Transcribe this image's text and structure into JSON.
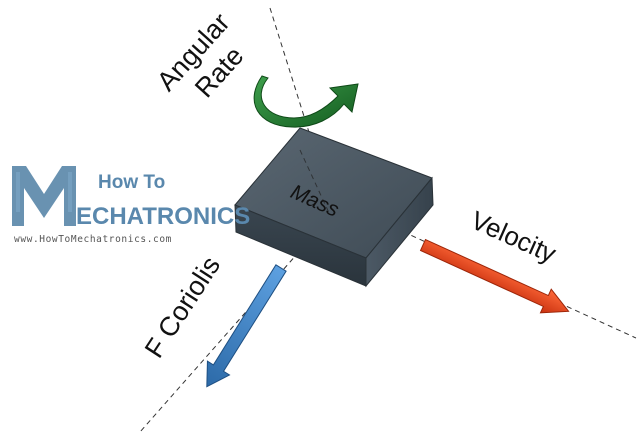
{
  "labels": {
    "angular_rate_line1": "Angular",
    "angular_rate_line2": "Rate",
    "mass": "Mass",
    "velocity": "Velocity",
    "f_coriolis": "F Coriolis"
  },
  "logo": {
    "letter_m": "M",
    "line1": "How To",
    "line2": "ECHATRONICS",
    "url": "www.HowToMechatronics.com"
  },
  "colors": {
    "velocity_arrow": "#e8401c",
    "coriolis_arrow": "#3a7fc2",
    "angular_arrow": "#1f7a2e",
    "mass_box": "#3d4a55",
    "logo_blue": "#4f7fa3"
  },
  "icons": [
    "angular-rate-arrow",
    "velocity-arrow",
    "coriolis-arrow",
    "logo-icon"
  ]
}
